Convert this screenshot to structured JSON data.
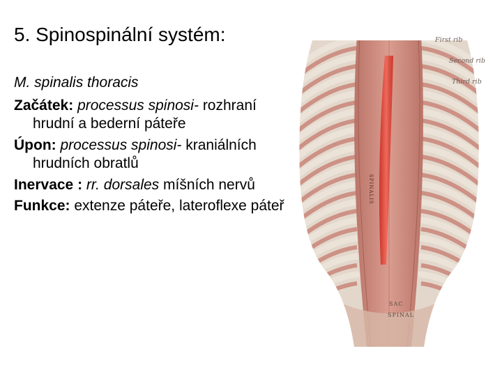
{
  "title": "5. Spinospinální systém:",
  "muscle_name": "M. spinalis thoracis",
  "origin": {
    "label": "Začátek:",
    "text": "processus spinosi-",
    "rest": "rozhraní hrudní a bederní páteře"
  },
  "insertion": {
    "label": "Úpon:",
    "text": "processus spinosi-",
    "rest": "kraniálních hrudních obratlů"
  },
  "innervation": {
    "label": "Inervace :",
    "nerve": "rr. dorsales",
    "rest": "míšních nervů"
  },
  "function": {
    "label": "Funkce:",
    "text": "extenze páteře, lateroflexe páteře"
  },
  "figure": {
    "rib_labels": [
      "First rib",
      "Second rib",
      "Third rib"
    ],
    "muscle_label": "SPINALIS",
    "bottom_labels": [
      "SAC",
      "SPINAL"
    ],
    "colors": {
      "muscle_highlight": "#e0473a",
      "muscle_base": "#c98579",
      "rib": "#ebe2d8",
      "background": "#e3d7cb"
    }
  }
}
